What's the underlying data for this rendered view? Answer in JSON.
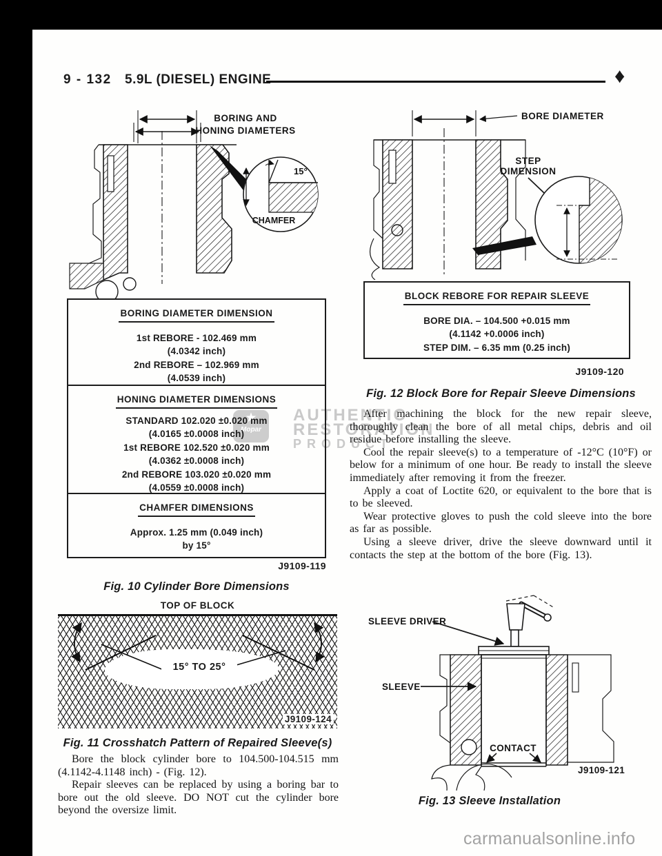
{
  "colors": {
    "ink": "#1a1a1a",
    "paper": "#fefefd",
    "watermark_gray": "#c9c9c9",
    "site_watermark_gray": "#a2a2a2"
  },
  "header": {
    "page_number": "9 - 132",
    "title": "5.9L (DIESEL) ENGINE",
    "diamond": "♦"
  },
  "fig10": {
    "label_line1": "BORING AND",
    "label_line2": "HONING DIAMETERS",
    "label_angle": "15°",
    "label_chamfer": "CHAMFER",
    "code": "J9109-119",
    "caption": "Fig. 10 Cylinder Bore Dimensions"
  },
  "spec_boring": {
    "heading": "BORING DIAMETER DIMENSION",
    "lines": [
      "1st REBORE - 102.469 mm",
      "(4.0342 inch)",
      "2nd REBORE – 102.969 mm",
      "(4.0539 inch)"
    ]
  },
  "spec_honing": {
    "heading": "HONING DIAMETER DIMENSIONS",
    "lines": [
      "STANDARD 102.020 ±0.020 mm",
      "(4.0165 ±0.0008 inch)",
      "1st REBORE 102.520 ±0.020 mm",
      "(4.0362 ±0.0008 inch)",
      "2nd REBORE 103.020 ±0.020 mm",
      "(4.0559 ±0.0008 inch)"
    ]
  },
  "spec_chamfer": {
    "heading": "CHAMFER DIMENSIONS",
    "lines": [
      "Approx. 1.25 mm (0.049 inch)",
      "by 15°"
    ]
  },
  "fig11": {
    "label_top": "TOP OF BLOCK",
    "label_angle": "15° TO 25°",
    "code": "J9109-124",
    "caption": "Fig. 11 Crosshatch Pattern of Repaired Sleeve(s)"
  },
  "left_text": {
    "para1": "Bore the block cylinder bore to 104.500-104.515 mm (4.1142-4.1148 inch) - (Fig. 12).",
    "para2": "Repair sleeves can be replaced by using a boring bar to bore out the old sleeve. DO NOT cut the cylinder bore beyond the oversize limit."
  },
  "fig12": {
    "label_bore": "BORE DIAMETER",
    "label_step1": "STEP",
    "label_step2": "DIMENSION",
    "code": "J9109-120",
    "caption": "Fig. 12 Block Bore for Repair Sleeve Dimensions"
  },
  "spec_rebore": {
    "heading": "BLOCK REBORE FOR REPAIR SLEEVE",
    "lines": [
      "BORE DIA. – 104.500 +0.015 mm",
      "(4.1142 +0.0006 inch)",
      "STEP DIM. – 6.35 mm (0.25 inch)"
    ]
  },
  "right_text": {
    "para1": "After machining the block for the new repair sleeve, thoroughly clean the bore of all metal chips, debris and oil residue before installing the sleeve.",
    "para2": "Cool the repair sleeve(s) to a temperature of -12°C (10°F) or below for a minimum of one hour. Be ready to install the sleeve immediately after removing it from the freezer.",
    "para3": "Apply a coat of Loctite 620, or equivalent to the bore that is to be sleeved.",
    "para4": "Wear protective gloves to push the cold sleeve into the bore as far as possible.",
    "para5": "Using a sleeve driver, drive the sleeve downward until it contacts the step at the bottom of the bore (Fig. 13)."
  },
  "fig13": {
    "label_driver": "SLEEVE DRIVER",
    "label_sleeve": "SLEEVE",
    "label_contact": "CONTACT",
    "code": "J9109-121",
    "caption": "Fig. 13 Sleeve Installation"
  },
  "watermark": {
    "line1": "AUTHENTIC",
    "line2": "RESTORATION",
    "line3": "PRODUCT",
    "logo_text": "Mopar",
    "logo_star": "★",
    "site": "carmanualsonline.info"
  }
}
